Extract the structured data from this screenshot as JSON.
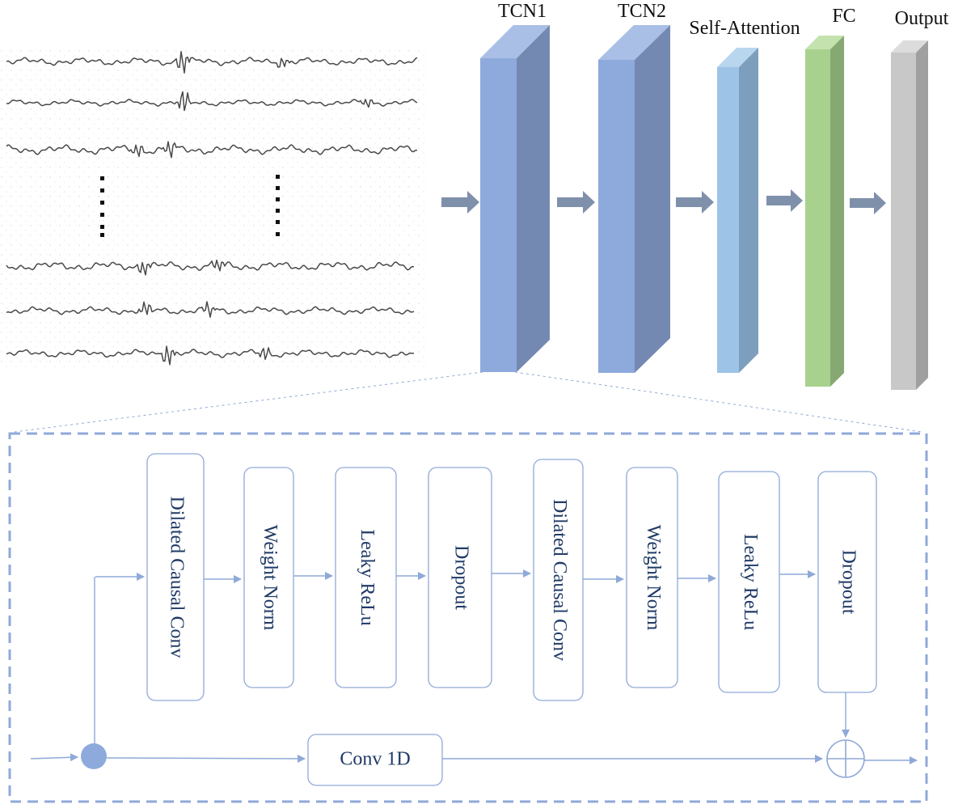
{
  "top_layers": {
    "tcn1": "TCN1",
    "tcn2": "TCN2",
    "self_attention": "Self-Attention",
    "fc": "FC",
    "output": "Output"
  },
  "tcn_block": {
    "steps": [
      "Dilated Causal Conv",
      "Weight Norm",
      "Leaky ReLu",
      "Dropout",
      "Dilated Causal Conv",
      "Weight Norm",
      "Leaky ReLu",
      "Dropout"
    ],
    "residual": "Conv 1D"
  },
  "colors": {
    "tcn_front": "#8eaadc",
    "tcn_top": "#a9bfe6",
    "tcn_side": "#7489b2",
    "attention_front": "#9dc3e6",
    "attention_top": "#b9d6ef",
    "attention_side": "#7d9fbd",
    "fc_front": "#a9d18e",
    "fc_top": "#c3e2ad",
    "fc_side": "#86a873",
    "output_front": "#c8c8c8",
    "output_top": "#dcdcdc",
    "output_side": "#a0a0a0",
    "arrow": "#7f90ab",
    "block_line": "#8fa9d8"
  }
}
